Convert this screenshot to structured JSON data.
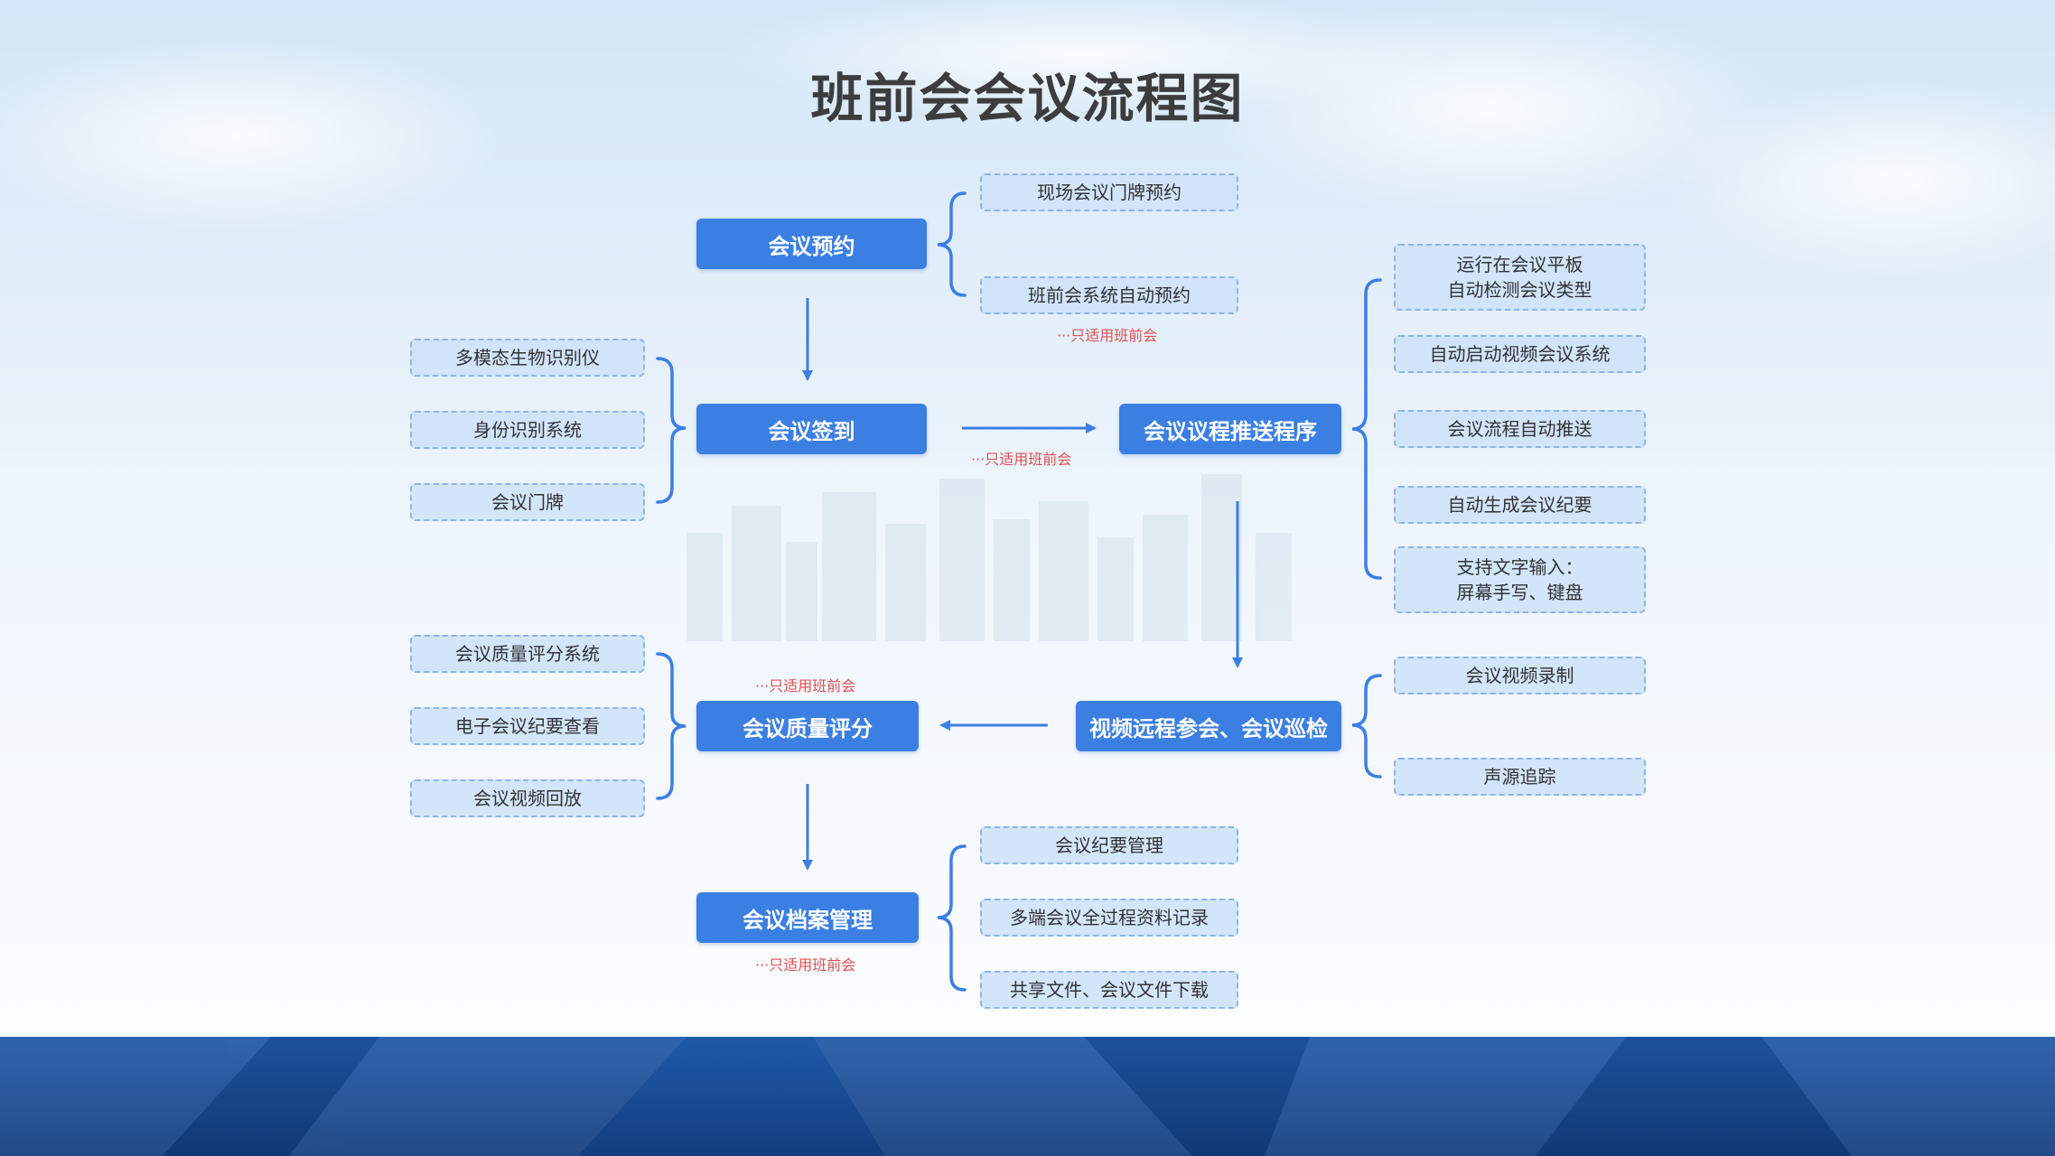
{
  "title": "班前会会议流程图",
  "nodes": {
    "reserve": "会议预约",
    "signin": "会议签到",
    "push": "会议议程推送程序",
    "video": "视频远程参会、会议巡检",
    "score": "会议质量评分",
    "archive": "会议档案管理"
  },
  "reserve_subs": [
    "现场会议门牌预约",
    "班前会系统自动预约"
  ],
  "signin_subs": [
    "多模态生物识别仪",
    "身份识别系统",
    "会议门牌"
  ],
  "push_subs": [
    "运行在会议平板\n自动检测会议类型",
    "自动启动视频会议系统",
    "会议流程自动推送",
    "自动生成会议纪要",
    "支持文字输入：\n屏幕手写、键盘"
  ],
  "video_subs": [
    "会议视频录制",
    "声源追踪"
  ],
  "score_subs": [
    "会议质量评分系统",
    "电子会议纪要查看",
    "会议视频回放"
  ],
  "archive_subs": [
    "会议纪要管理",
    "多端会议全过程资料记录",
    "共享文件、会议文件下载"
  ],
  "notes": {
    "reserve": "···只适用班前会",
    "signin": "···只适用班前会",
    "score": "···只适用班前会",
    "archive": "···只适用班前会"
  },
  "colors": {
    "main": "#3b7fe2",
    "sub_fill": "#cfe3f8",
    "sub_border": "#8db5e8",
    "note": "#e05050",
    "line": "#3b7fe2"
  }
}
